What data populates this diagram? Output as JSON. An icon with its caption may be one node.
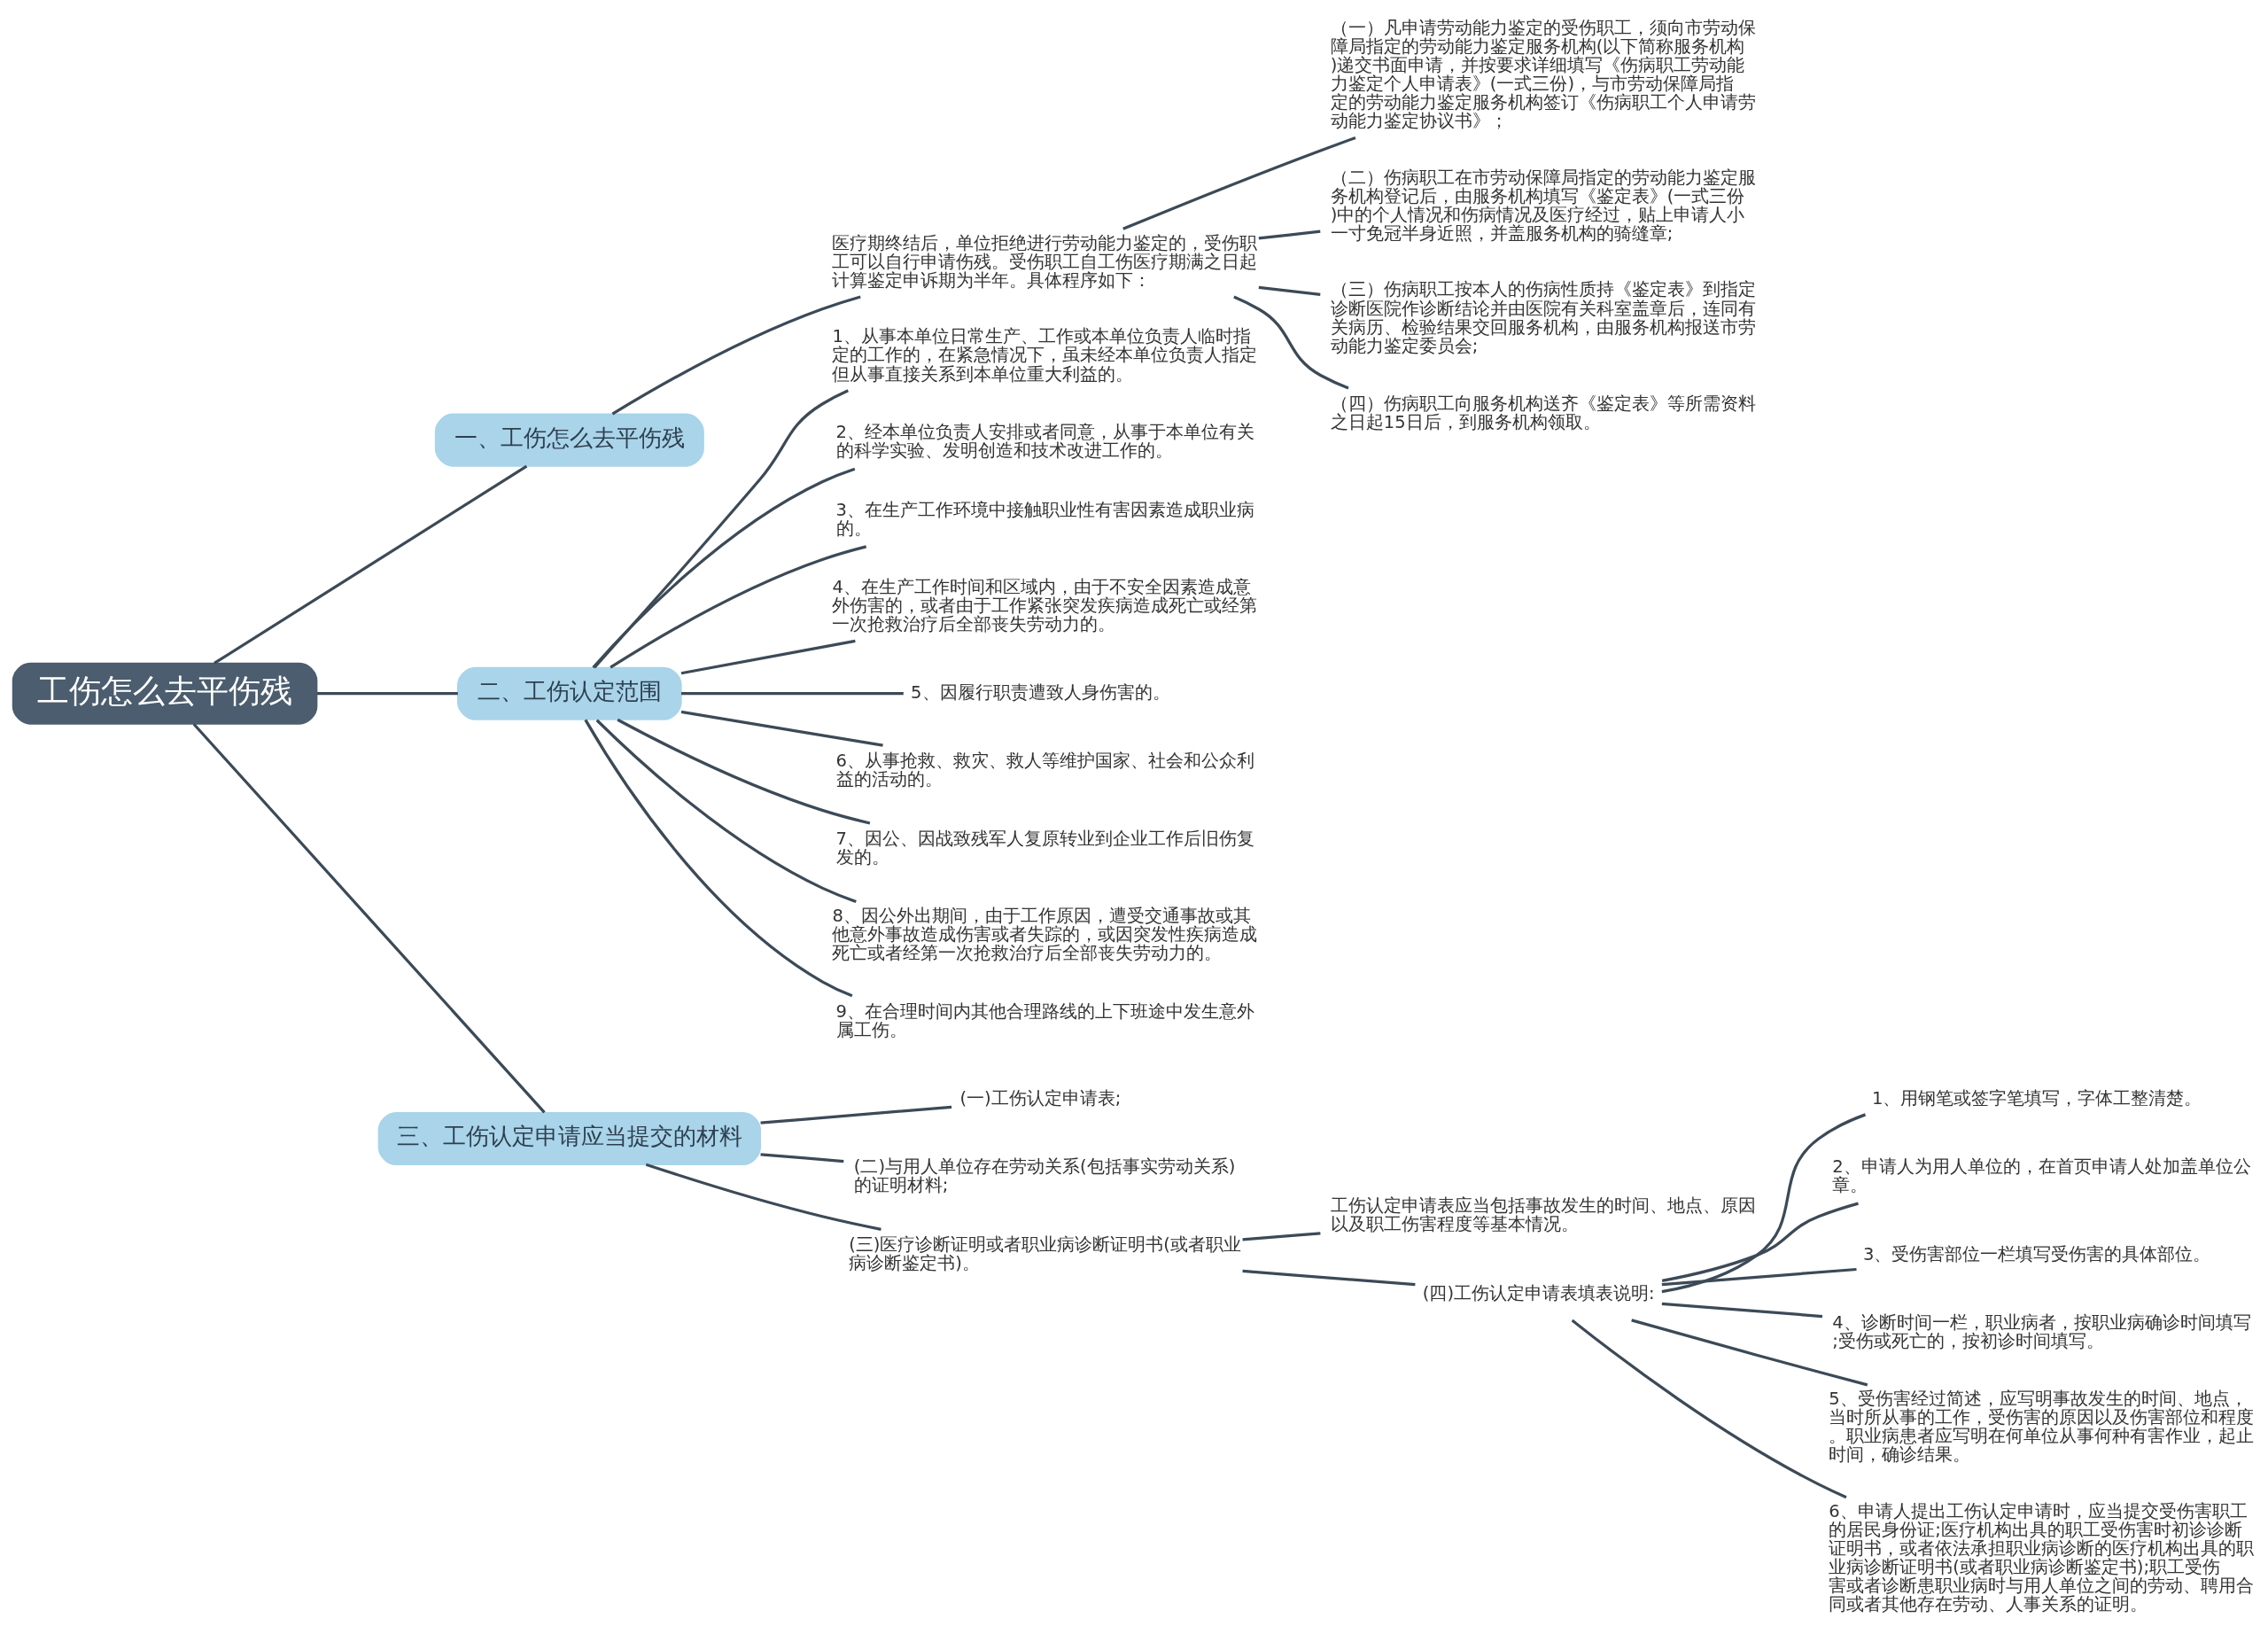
{
  "diagram": {
    "nodes": [
      {
        "text": [
          "工伤怎么去平伤残"
        ]
      },
      {
        "text": [
          "一、工伤怎么去平伤残"
        ]
      },
      {
        "text": [
          "医疗期终结后，单位拒绝进行劳动能力鉴定的，受伤职工可以自行申请伤残。受伤职工自工伤医疗期满之日起计算鉴定申诉期为半年。具体程序如下："
        ]
      },
      {
        "text": [
          "（一）凡申请劳动能力鉴定的受伤职工，须向市劳动保障局指定的劳动能力鉴定服务机构(以下简称服务机构)递交书面申请，并按要求详细填写《伤病职工劳动能力鉴定个人申请表》(一式三份)，与市劳动保障局指定的劳动能力鉴定服务机构签订《伤病职工个人申请劳动能力鉴定协议书》；"
        ]
      },
      {
        "text": [
          "（二）伤病职工在市劳动保障局指定的劳动能力鉴定服务机构登记后，由服务机构填写《鉴定表》(一式三份)中的个人情况和伤病情况及医疗经过，贴上申请人小一寸免冠半身近照，并盖服务机构的骑缝章;"
        ]
      },
      {
        "text": [
          "（三）伤病职工按本人的伤病性质持《鉴定表》到指定诊断医院作诊断结论并由医院有关科室盖章后，连同有关病历、检验结果交回服务机构，由服务机构报送市劳动能力鉴定委员会;"
        ]
      },
      {
        "text": [
          "（四）伤病职工向服务机构送齐《鉴定表》等所需资料之日起15日后，到服务机构领取。"
        ]
      },
      {
        "text": [
          "二、工伤认定范围"
        ]
      },
      {
        "text": [
          "1、从事本单位日常生产、工作或本单位负责人临时指定的工作的，在紧急情况下，虽未经本单位负责人指定但从事直接关系到本单位重大利益的。"
        ]
      },
      {
        "text": [
          "2、经本单位负责人安排或者同意，从事于本单位有关的科学实验、发明创造和技术改进工作的。"
        ]
      },
      {
        "text": [
          "3、在生产工作环境中接触职业性有害因素造成职业病的。"
        ]
      },
      {
        "text": [
          "4、在生产工作时间和区域内，由于不安全因素造成意外伤害的，或者由于工作紧张突发疾病造成死亡或经第一次抢救治疗后全部丧失劳动力的。"
        ]
      },
      {
        "text": [
          "5、因履行职责遭致人身伤害的。"
        ]
      },
      {
        "text": [
          "6、从事抢救、救灾、救人等维护国家、社会和公众利益的活动的。"
        ]
      },
      {
        "text": [
          "7、因公、因战致残军人复原转业到企业工作后旧伤复发的。"
        ]
      },
      {
        "text": [
          "8、因公外出期间，由于工作原因，遭受交通事故或其他意外事故造成伤害或者失踪的，或因突发性疾病造成死亡或者经第一次抢救治疗后全部丧失劳动力的。"
        ]
      },
      {
        "text": [
          "9、在合理时间内其他合理路线的上下班途中发生意外属工伤。"
        ]
      },
      {
        "text": [
          "三、工伤认定申请应当提交的材料"
        ]
      },
      {
        "text": [
          "(一)工伤认定申请表;"
        ]
      },
      {
        "text": [
          "(二)与用人单位存在劳动关系(包括事实劳动关系)的证明材料;"
        ]
      },
      {
        "text": [
          "(三)医疗诊断证明或者职业病诊断证明书(或者职业病诊断鉴定书)。"
        ]
      },
      {
        "text": [
          "工伤认定申请表应当包括事故发生的时间、地点、原因以及职工伤害程度等基本情况。"
        ]
      },
      {
        "text": [
          "(四)工伤认定申请表填表说明:"
        ]
      },
      {
        "text": [
          "1、用钢笔或签字笔填写，字体工整清楚。"
        ]
      },
      {
        "text": [
          "2、申请人为用人单位的，在首页申请人处加盖单位公章。"
        ]
      },
      {
        "text": [
          "3、受伤害部位一栏填写受伤害的具体部位。"
        ]
      },
      {
        "text": [
          "4、诊断时间一栏，职业病者，按职业病确诊时间填写;受伤或死亡的，按初诊时间填写。"
        ]
      },
      {
        "text": [
          "5、受伤害经过简述，应写明事故发生的时间、地点，当时所从事的工作，受伤害的原因以及伤害部位和程度。职业病患者应写明在何单位从事何种有害作业，起止时间，确诊结果。"
        ]
      },
      {
        "text": [
          "6、申请人提出工伤认定申请时，应当提交受伤害职工的居民身份证;医疗机构出具的职工受伤害时初诊诊断证明书，或者依法承担职业病诊断的医疗机构出具的职业病诊断证明书(或者职业病诊断鉴定书);职工受伤害或者诊断患职业病时与用人单位之间的劳动、聘用合同或者其他存在劳动、人事关系的证明。"
        ]
      }
    ],
    "edges": [
      {
        "from": 0,
        "to": 1,
        "arrow": "none"
      },
      {
        "from": 1,
        "to": 2,
        "arrow": "none"
      },
      {
        "from": 2,
        "to": 3,
        "arrow": "none"
      },
      {
        "from": 2,
        "to": 4,
        "arrow": "none"
      },
      {
        "from": 2,
        "to": 5,
        "arrow": "none"
      },
      {
        "from": 2,
        "to": 6,
        "arrow": "none"
      },
      {
        "from": 0,
        "to": 7,
        "arrow": "none"
      },
      {
        "from": 7,
        "to": 8,
        "arrow": "none"
      },
      {
        "from": 7,
        "to": 9,
        "arrow": "none"
      },
      {
        "from": 7,
        "to": 10,
        "arrow": "none"
      },
      {
        "from": 7,
        "to": 11,
        "arrow": "none"
      },
      {
        "from": 7,
        "to": 12,
        "arrow": "none"
      },
      {
        "from": 7,
        "to": 13,
        "arrow": "none"
      },
      {
        "from": 7,
        "to": 14,
        "arrow": "none"
      },
      {
        "from": 7,
        "to": 15,
        "arrow": "none"
      },
      {
        "from": 7,
        "to": 16,
        "arrow": "none"
      },
      {
        "from": 0,
        "to": 17,
        "arrow": "none"
      },
      {
        "from": 17,
        "to": 18,
        "arrow": "none"
      },
      {
        "from": 17,
        "to": 19,
        "arrow": "none"
      },
      {
        "from": 17,
        "to": 20,
        "arrow": "none"
      },
      {
        "from": 20,
        "to": 21,
        "arrow": "none"
      },
      {
        "from": 20,
        "to": 22,
        "arrow": "none"
      },
      {
        "from": 22,
        "to": 23,
        "arrow": "none"
      },
      {
        "from": 22,
        "to": 24,
        "arrow": "none"
      },
      {
        "from": 22,
        "to": 25,
        "arrow": "none"
      },
      {
        "from": 22,
        "to": 26,
        "arrow": "none"
      },
      {
        "from": 22,
        "to": 27,
        "arrow": "none"
      },
      {
        "from": 22,
        "to": 28,
        "arrow": "none"
      }
    ]
  }
}
